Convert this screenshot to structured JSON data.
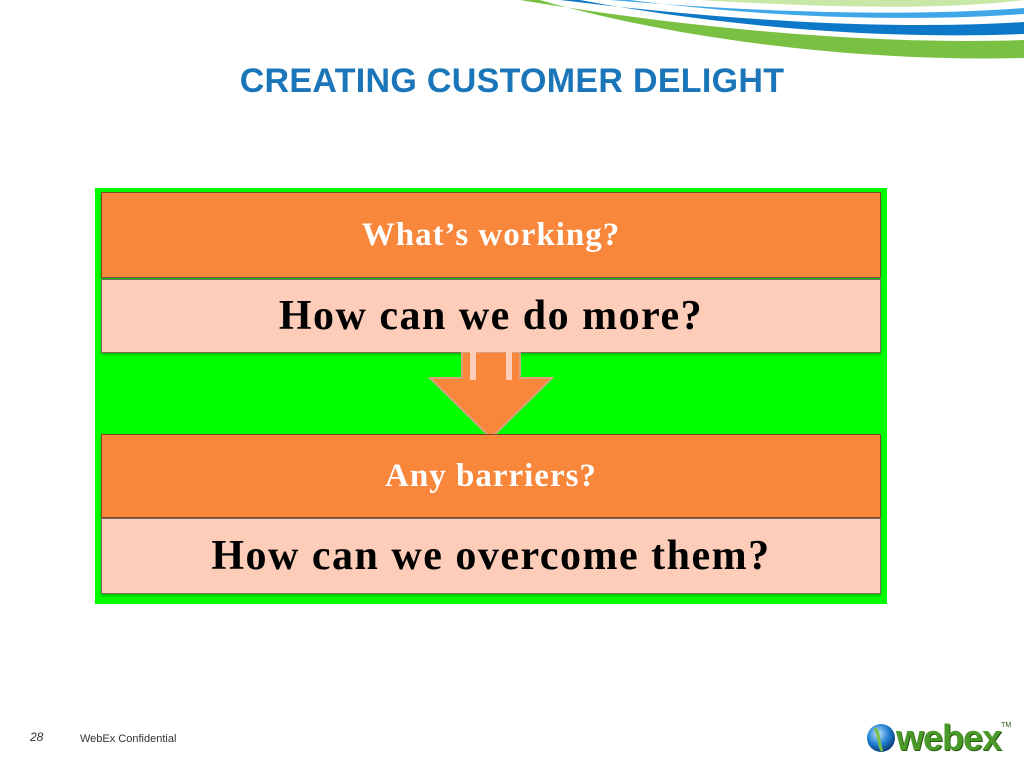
{
  "slide": {
    "title": "CREATING CUSTOMER DELIGHT",
    "box1_heading": "What’s working?",
    "box1_sub": "How can we do more?",
    "box2_heading": "Any barriers?",
    "box2_sub": "How can we overcome them?"
  },
  "footer": {
    "page_number": "28",
    "confidential": "WebEx Confidential",
    "logo_text": "webex",
    "logo_tm": "TM"
  },
  "colors": {
    "title": "#1a75b9",
    "panel": "#00ff00",
    "heading_box": "#f8863b",
    "sub_box": "#fdcdb9",
    "logo_green": "#4a9a2a"
  }
}
